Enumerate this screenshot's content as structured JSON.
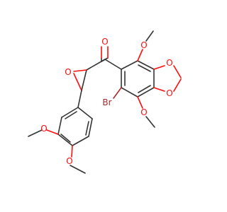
{
  "molecule": {
    "atom_labels": {
      "ketone_oxygen": "O",
      "epoxide_oxygen": "O",
      "methoxy_top_oxygen": "O",
      "dioxole_oxygen_upper": "O",
      "dioxole_oxygen_lower": "O",
      "methoxy_bottom_oxygen": "O",
      "bromine": "Br",
      "aryl_methoxy_oxygen_1": "O",
      "aryl_methoxy_oxygen_2": "O"
    },
    "colors": {
      "bond": "#333333",
      "oxygen": "#ff0d0d",
      "bromine": "#a62929",
      "background": "#ffffff"
    }
  }
}
